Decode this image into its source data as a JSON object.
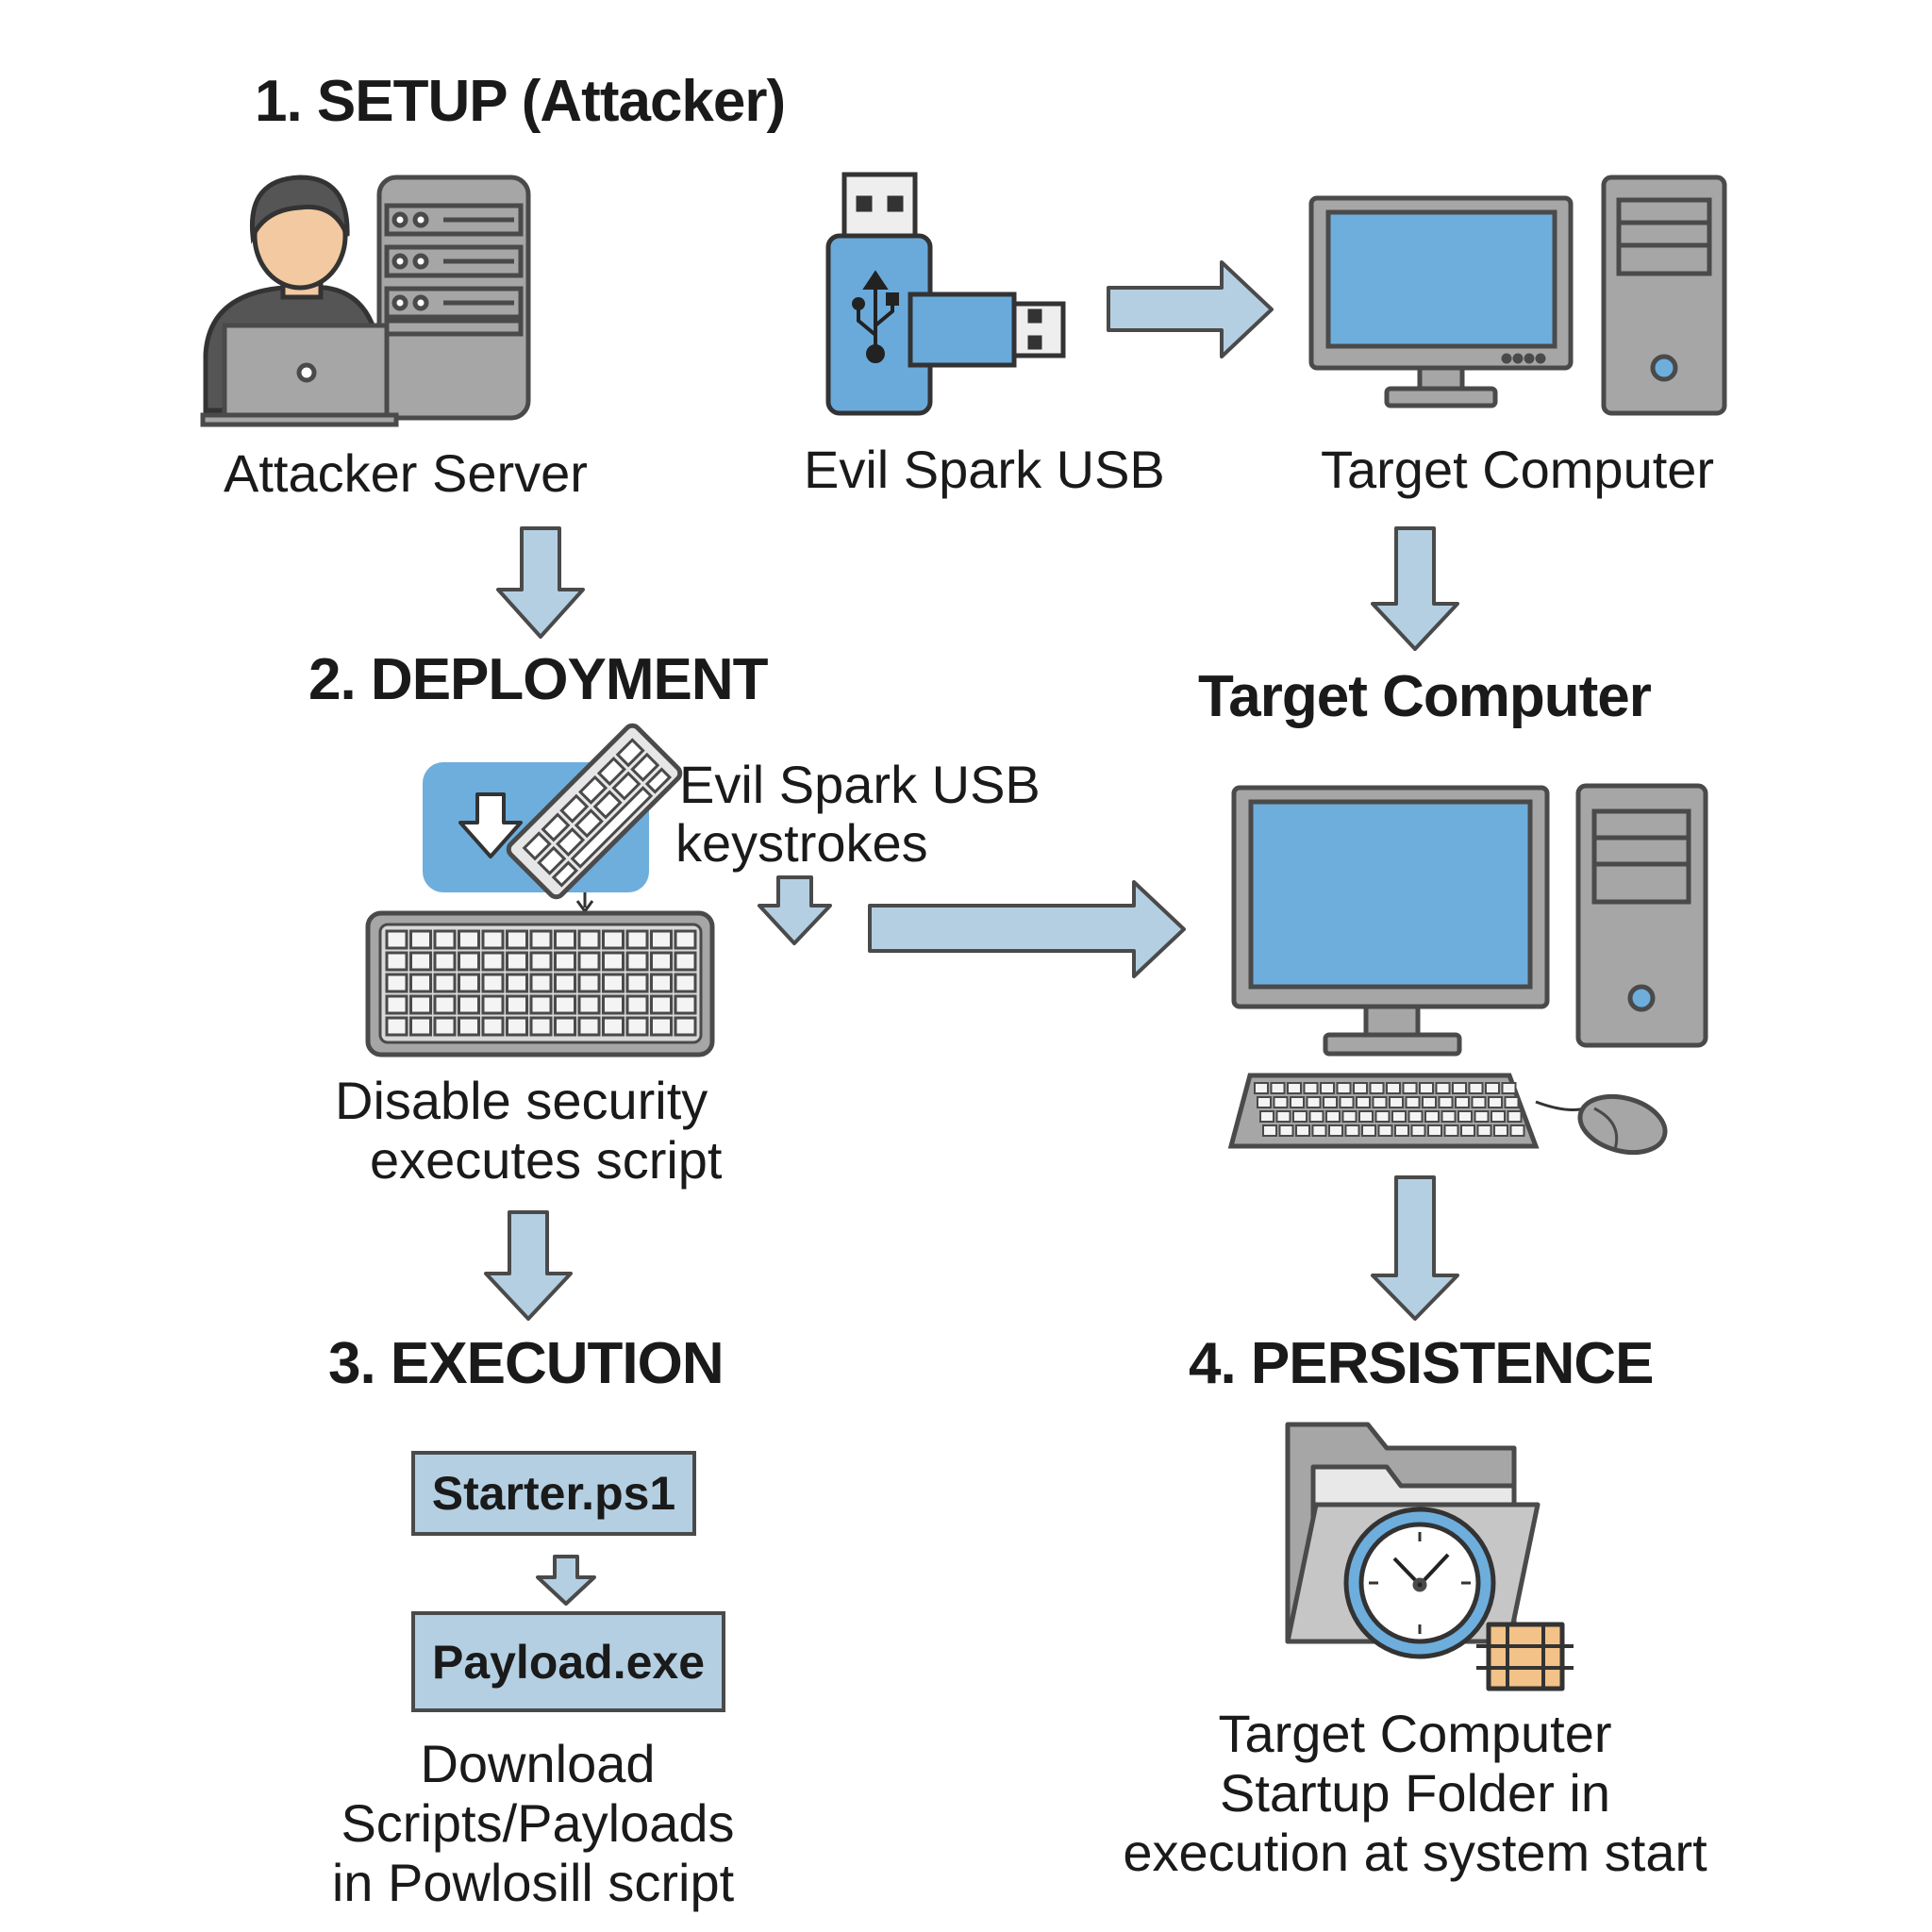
{
  "colors": {
    "outline": "#4a4a4a",
    "screen": "#6daedd",
    "device_gray": "#a6a6a6",
    "arrow_fill": "#b4cfe2",
    "usb_blue": "#6aaadb",
    "file_box": "#b4cfe2",
    "orange_icon": "#f3c288"
  },
  "steps": {
    "setup": {
      "title": "1. SETUP (Attacker)",
      "attacker_label": "Attacker Server",
      "usb_label": "Evil Spark USB",
      "target_label": "Target Computer"
    },
    "deployment": {
      "title": "2. DEPLOYMENT",
      "usb_line1": "Evil Spark USB",
      "usb_line2": "keystrokes",
      "desc_line1": "Disable security",
      "desc_line2": "executes script"
    },
    "target": {
      "title": "Target Computer"
    },
    "execution": {
      "title": "3. EXECUTION",
      "file1": "Starter.ps1",
      "file2": "Payload.exe",
      "desc_line1": "Download",
      "desc_line2": "Scripts/Payloads",
      "desc_line3": "in Powlosill script"
    },
    "persistence": {
      "title": "4. PERSISTENCE",
      "desc_line1": "Target Computer",
      "desc_line2": "Startup Folder in",
      "desc_line3": "execution at system start"
    }
  }
}
